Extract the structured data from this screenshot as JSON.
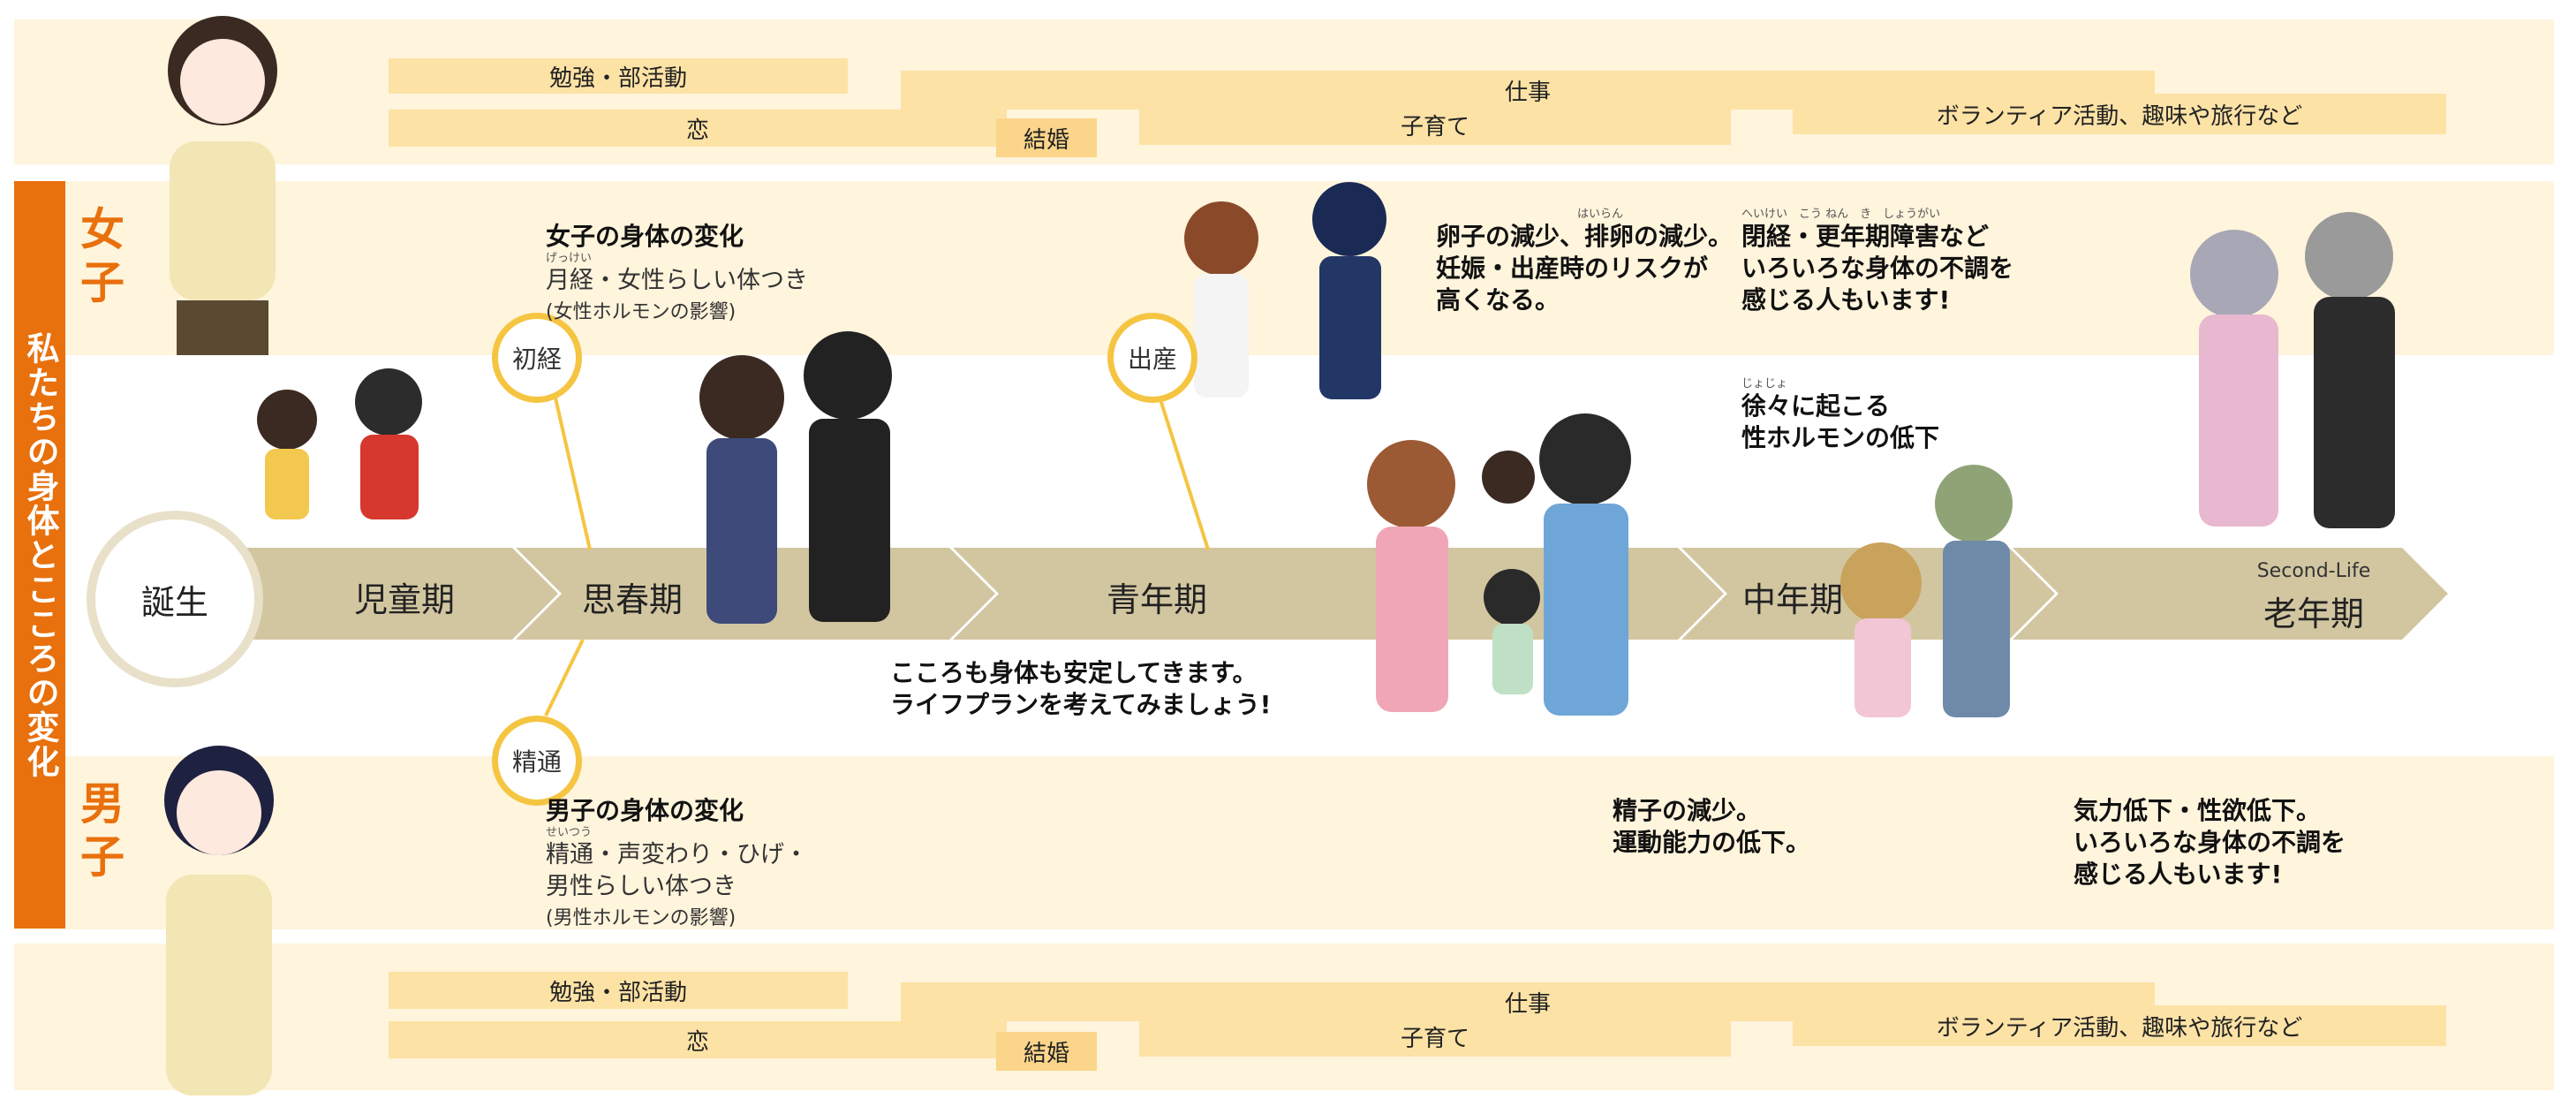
{
  "title": "私たちの身体とこころの変化",
  "colors": {
    "accent": "#e8700d",
    "band": "#fff4dc",
    "arrow": "#d2c6a1",
    "activity": "#fde2a6",
    "milestone_ring": "#f5c542"
  },
  "gender": {
    "female": "女子",
    "male": "男子"
  },
  "activities": {
    "study": "勉強・部活動",
    "love": "恋",
    "work": "仕事",
    "marriage": "結婚",
    "parenting": "子育て",
    "volunteer": "ボランティア活動、趣味や旅行など"
  },
  "milestones": {
    "birth": "誕生",
    "menarche": "初経",
    "childbirth": "出産",
    "first_ejaculation": "精通"
  },
  "stages": {
    "child": "児童期",
    "puberty": "思春期",
    "youth": "青年期",
    "middle": "中年期",
    "senior_sub": "Second-Life",
    "senior": "老年期"
  },
  "female_notes": {
    "puberty_title": "女子の身体の変化",
    "puberty_ruby": "げっけい",
    "puberty_body": "月経・女性らしい体つき",
    "puberty_note": "(女性ホルモンの影響)",
    "youth_ruby": "はいらん",
    "youth_line1": "卵子の減少、排卵の減少。",
    "youth_line2": "妊娠・出産時のリスクが",
    "youth_line3": "高くなる。",
    "middle_ruby": "へいけい　こう ねん　き　しょうがい",
    "middle_line1": "閉経・更年期障害など",
    "middle_line2": "いろいろな身体の不調を",
    "middle_line3": "感じる人もいます!",
    "hormone_ruby": "じょじょ",
    "hormone_line1": "徐々に起こる",
    "hormone_line2": "性ホルモンの低下"
  },
  "center_note": {
    "line1": "こころも身体も安定してきます。",
    "line2": "ライフプランを考えてみましょう!"
  },
  "male_notes": {
    "puberty_title": "男子の身体の変化",
    "puberty_ruby": "せいつう",
    "puberty_line1": "精通・声変わり・ひげ・",
    "puberty_line2": "男性らしい体つき",
    "puberty_note": "(男性ホルモンの影響)",
    "middle_line1": "精子の減少。",
    "middle_line2": "運動能力の低下。",
    "senior_line1": "気力低下・性欲低下。",
    "senior_line2": "いろいろな身体の不調を",
    "senior_line3": "感じる人もいます!"
  }
}
